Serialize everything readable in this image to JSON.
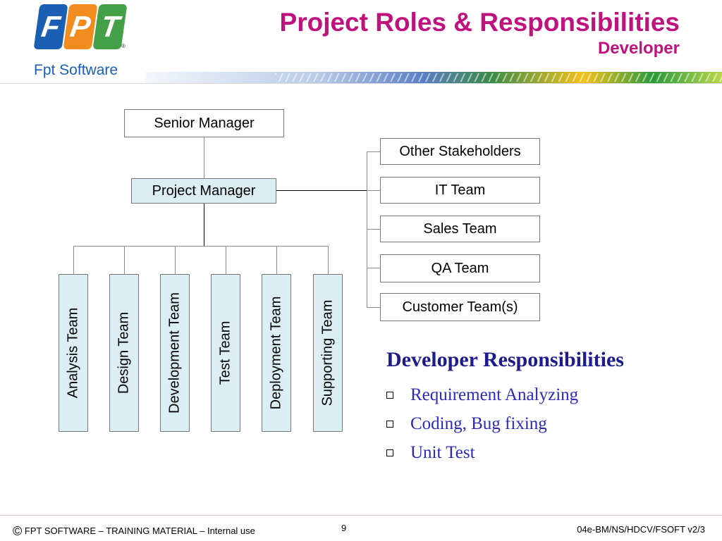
{
  "logo": {
    "letters": [
      "F",
      "P",
      "T"
    ],
    "registered": "®",
    "text": "Fpt Software"
  },
  "header": {
    "title": "Project Roles & Responsibilities",
    "subtitle": "Developer"
  },
  "org_chart": {
    "senior_manager": "Senior Manager",
    "project_manager": "Project Manager",
    "teams": [
      "Analysis Team",
      "Design Team",
      "Development Team",
      "Test Team",
      "Deployment Team",
      "Supporting Team"
    ],
    "stakeholders": [
      "Other Stakeholders",
      "IT Team",
      "Sales Team",
      "QA Team",
      "Customer Team(s)"
    ]
  },
  "responsibilities": {
    "title": "Developer Responsibilities",
    "items": [
      "Requirement Analyzing",
      "Coding, Bug fixing",
      "Unit Test"
    ]
  },
  "footer": {
    "copyright_symbol": "©",
    "left": "FPT SOFTWARE – TRAINING MATERIAL – Internal use",
    "page": "9",
    "right": "04e-BM/NS/HDCV/FSOFT v2/3"
  },
  "colors": {
    "title": "#c0117f",
    "responsibility_title": "#1c1c8c",
    "responsibility_text": "#2a2abf",
    "team_box": "#daeef3"
  }
}
